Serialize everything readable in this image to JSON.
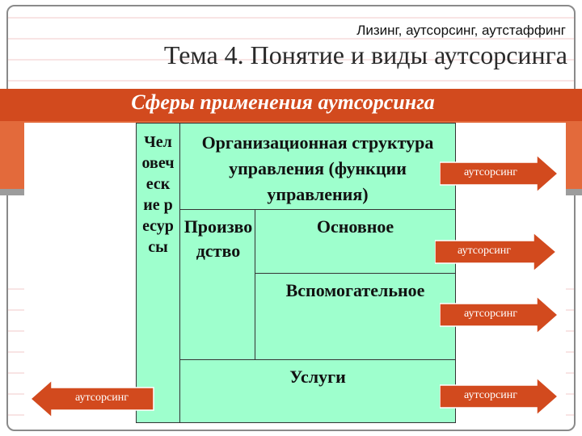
{
  "header": {
    "subtitle": "Лизинг, аутсорсинг, аутстаффинг",
    "title": "Тема 4. Понятие и виды аутсорсинга"
  },
  "section_title": "Сферы применения аутсорсинга",
  "table": {
    "human_resources": "Человеческие ресурсы",
    "org_structure": "Организационная структура управления (функции управления)",
    "production": "Производство",
    "main": "Основное",
    "auxiliary": "Вспомогательное",
    "services": "Услуги"
  },
  "arrows": {
    "label": "аутсорсинг",
    "color": "#d24a1e"
  },
  "colors": {
    "accent": "#d24a1e",
    "cell_fill": "#9effcd"
  }
}
